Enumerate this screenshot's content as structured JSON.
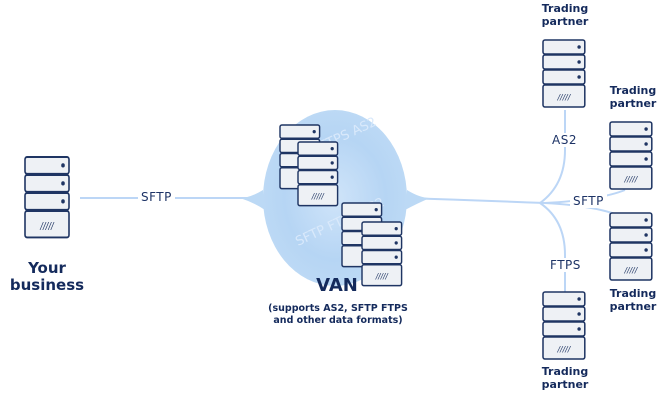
{
  "your_business": {
    "line1": "Your",
    "line2": "business"
  },
  "van": {
    "title": "VAN",
    "note_line1": "(supports AS2, SFTP FTPS",
    "note_line2": "and other data formats)"
  },
  "links": {
    "business_to_van": "SFTP",
    "to_partner_top": "AS2",
    "to_partner_right": "SFTP",
    "to_partner_bottom": "FTPS"
  },
  "partners": {
    "top": {
      "line1": "Trading",
      "line2": "partner"
    },
    "right_upper": {
      "line1": "Trading",
      "line2": "partner"
    },
    "right_lower": {
      "line1": "Trading",
      "line2": "partner"
    },
    "bottom": {
      "line1": "Trading",
      "line2": "partner"
    }
  },
  "server_face_text": "/////",
  "cloud_watermark": "SFTP FTPS AS2",
  "colors": {
    "server_fill": "#eef1f5",
    "server_stroke": "#1f3563",
    "line": "#bcd6f6",
    "cloud": "#bcd9f5",
    "text": "#142a5c"
  }
}
